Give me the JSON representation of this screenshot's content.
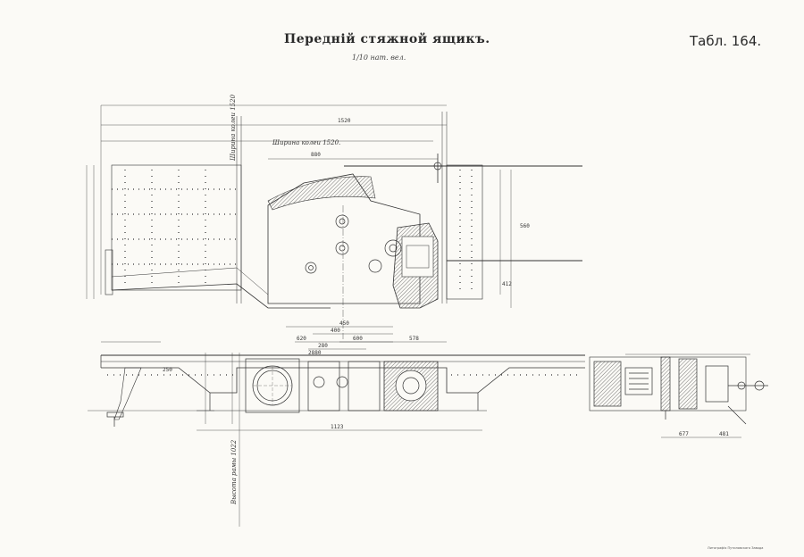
{
  "sheet": {
    "title": "Передній стяжной ящикъ.",
    "plate_number": "Табл. 164.",
    "scale": "1/10 нат. вел.",
    "printer_mark": "Литографія Путиловскаго Завода"
  },
  "dimensions": {
    "top_overall": "1520",
    "track_note": "Ширина колеи 1520.",
    "inner_span": "880",
    "span_450": "450",
    "span_400": "400",
    "span_620": "620",
    "span_600": "600",
    "span_578": "578",
    "span_280": "280",
    "span_250": "250",
    "span_2880": "2880",
    "side_560": "560",
    "side_412": "412",
    "bottom_overall": "1123",
    "vert_note_upper": "Ширина колеи 1520",
    "vert_note_lower": "Высота рамы 1022",
    "right_677": "677",
    "right_481": "481"
  },
  "colors": {
    "paper": "#fbfaf6",
    "ink": "#2a2a2a",
    "hatch": "#555555"
  }
}
